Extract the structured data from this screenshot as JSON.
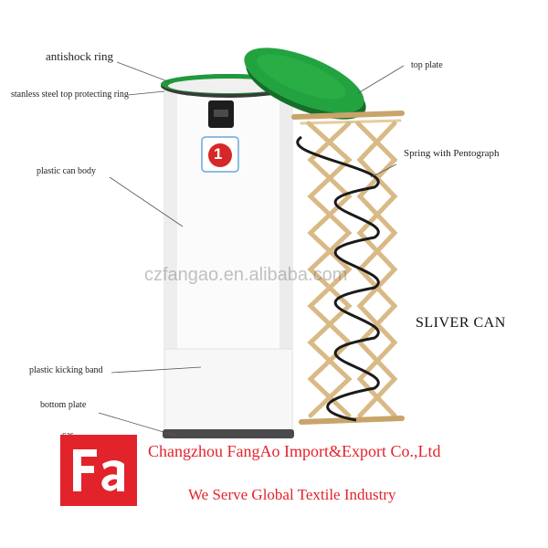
{
  "labels": {
    "antishock_ring": "antishock ring",
    "stainless_ring": "stanless steel top protecting ring",
    "plastic_body": "plastic can body",
    "kicking_band": "plastic kicking band",
    "bottom_plate": "bottom plate",
    "castor": "cas",
    "top_plate": "top plate",
    "spring": "Spring with Pentograph"
  },
  "can_badge": "1",
  "watermark": "czfangao.en.alibaba.com",
  "title": "SLIVER CAN",
  "company": "Changzhou FangAo Import&Export Co.,Ltd",
  "slogan": "We Serve Global Textile Industry",
  "logo_text": "FA",
  "colors": {
    "brand_red": "#e3232b",
    "lid_green": "#1f9a3a",
    "can_white": "#fbfbfb",
    "frame_tan": "#d9b985"
  }
}
